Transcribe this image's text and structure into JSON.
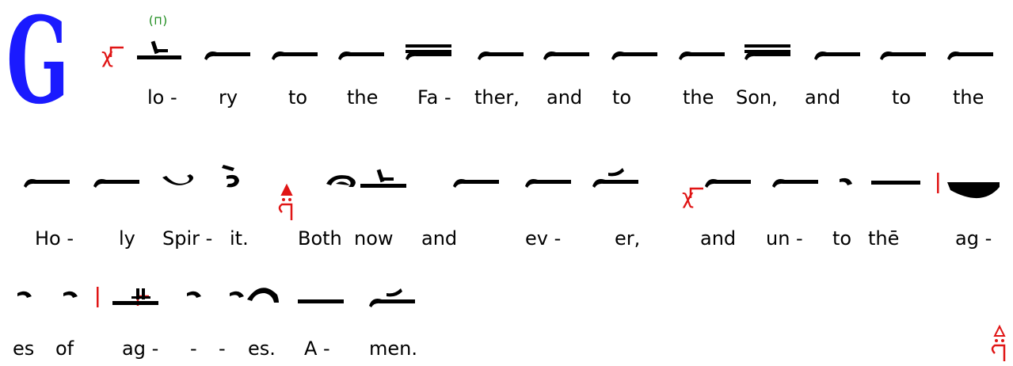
{
  "drop_cap": "G",
  "line1": [
    "lo -",
    "ry",
    "to",
    "the",
    "Fa -",
    "ther,",
    "and",
    "to",
    "the",
    "Son,",
    "and",
    "to",
    "the"
  ],
  "line2": [
    "Ho -",
    "ly",
    "Spir -",
    "it.",
    "Both",
    "now",
    "and",
    "ev -",
    "er,",
    "and",
    "un -",
    "to",
    "thē",
    "ag -"
  ],
  "line3": [
    "es",
    "of",
    "ag -",
    "-",
    "-",
    "es.",
    "A -",
    "men."
  ],
  "signs": {
    "chi": "χ",
    "fthora_mark": "(⊓)"
  },
  "colors": {
    "drop_cap": "#1a1aff",
    "martyria": "#e01515",
    "bracket": "#1a8a1a"
  }
}
